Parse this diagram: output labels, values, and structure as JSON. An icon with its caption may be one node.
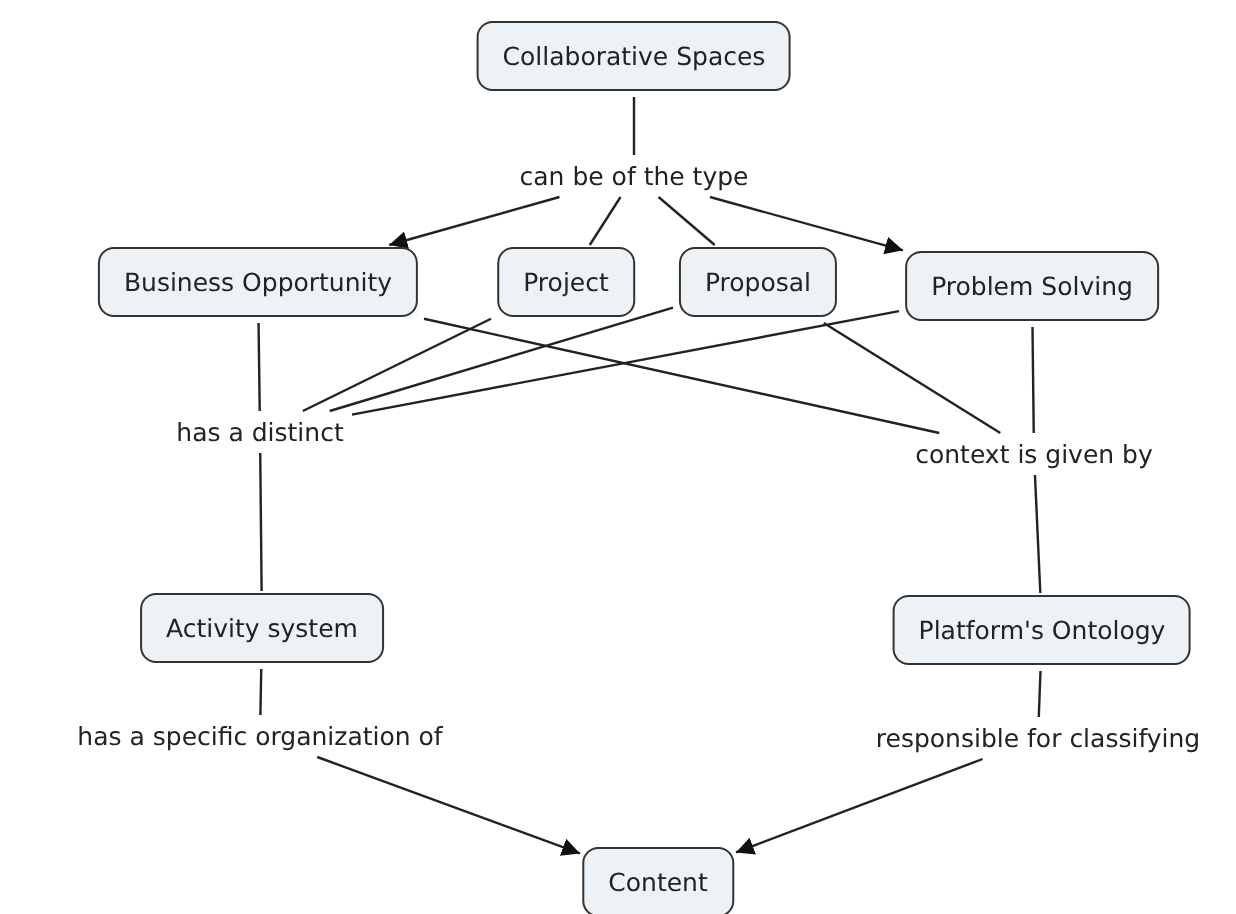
{
  "diagram": {
    "nodes": [
      {
        "text": [
          "Collaborative Spaces"
        ]
      },
      {
        "text": [
          "can be of the type"
        ]
      },
      {
        "text": [
          "Business Opportunity"
        ]
      },
      {
        "text": [
          "Project"
        ]
      },
      {
        "text": [
          "Proposal"
        ]
      },
      {
        "text": [
          "Problem Solving"
        ]
      },
      {
        "text": [
          "has a distinct"
        ]
      },
      {
        "text": [
          "context is given by"
        ]
      },
      {
        "text": [
          "Activity system"
        ]
      },
      {
        "text": [
          "Platform's Ontology"
        ]
      },
      {
        "text": [
          "has a specific organization of"
        ]
      },
      {
        "text": [
          "responsible for classifying"
        ]
      },
      {
        "text": [
          "Content"
        ]
      }
    ],
    "edges": [
      {
        "from": 0,
        "to": 1,
        "arrow": "none"
      },
      {
        "from": 1,
        "to": 2,
        "arrow": "to"
      },
      {
        "from": 1,
        "to": 3,
        "arrow": "none"
      },
      {
        "from": 1,
        "to": 4,
        "arrow": "none"
      },
      {
        "from": 1,
        "to": 5,
        "arrow": "to"
      },
      {
        "from": 2,
        "to": 6,
        "arrow": "none"
      },
      {
        "from": 3,
        "to": 6,
        "arrow": "none"
      },
      {
        "from": 4,
        "to": 6,
        "arrow": "none"
      },
      {
        "from": 5,
        "to": 6,
        "arrow": "none"
      },
      {
        "from": 2,
        "to": 7,
        "arrow": "none"
      },
      {
        "from": 4,
        "to": 7,
        "arrow": "none"
      },
      {
        "from": 5,
        "to": 7,
        "arrow": "none"
      },
      {
        "from": 6,
        "to": 8,
        "arrow": "none"
      },
      {
        "from": 7,
        "to": 9,
        "arrow": "none"
      },
      {
        "from": 8,
        "to": 10,
        "arrow": "none"
      },
      {
        "from": 9,
        "to": 11,
        "arrow": "none"
      },
      {
        "from": 10,
        "to": 12,
        "arrow": "to"
      },
      {
        "from": 11,
        "to": 12,
        "arrow": "to"
      }
    ]
  }
}
